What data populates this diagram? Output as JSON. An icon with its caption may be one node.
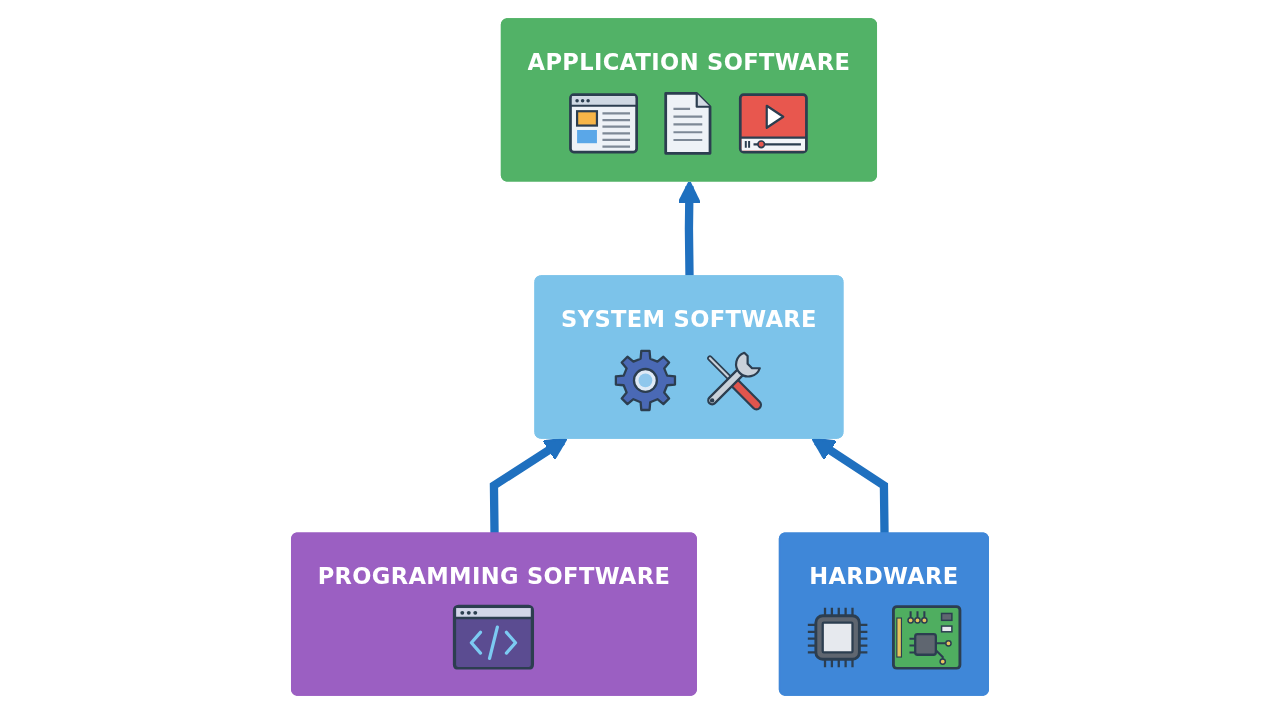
{
  "diagram": {
    "nodes": [
      {
        "text": [
          "APPLICATION SOFTWARE"
        ]
      },
      {
        "text": [
          "SYSTEM SOFTWARE"
        ]
      },
      {
        "text": [
          "PROGRAMMING SOFTWARE"
        ]
      },
      {
        "text": [
          "HARDWARE"
        ]
      }
    ],
    "edges": [
      {
        "from": 1,
        "to": 0,
        "arrow": "to"
      },
      {
        "from": 2,
        "to": 1,
        "arrow": "to"
      },
      {
        "from": 3,
        "to": 1,
        "arrow": "to"
      }
    ]
  }
}
